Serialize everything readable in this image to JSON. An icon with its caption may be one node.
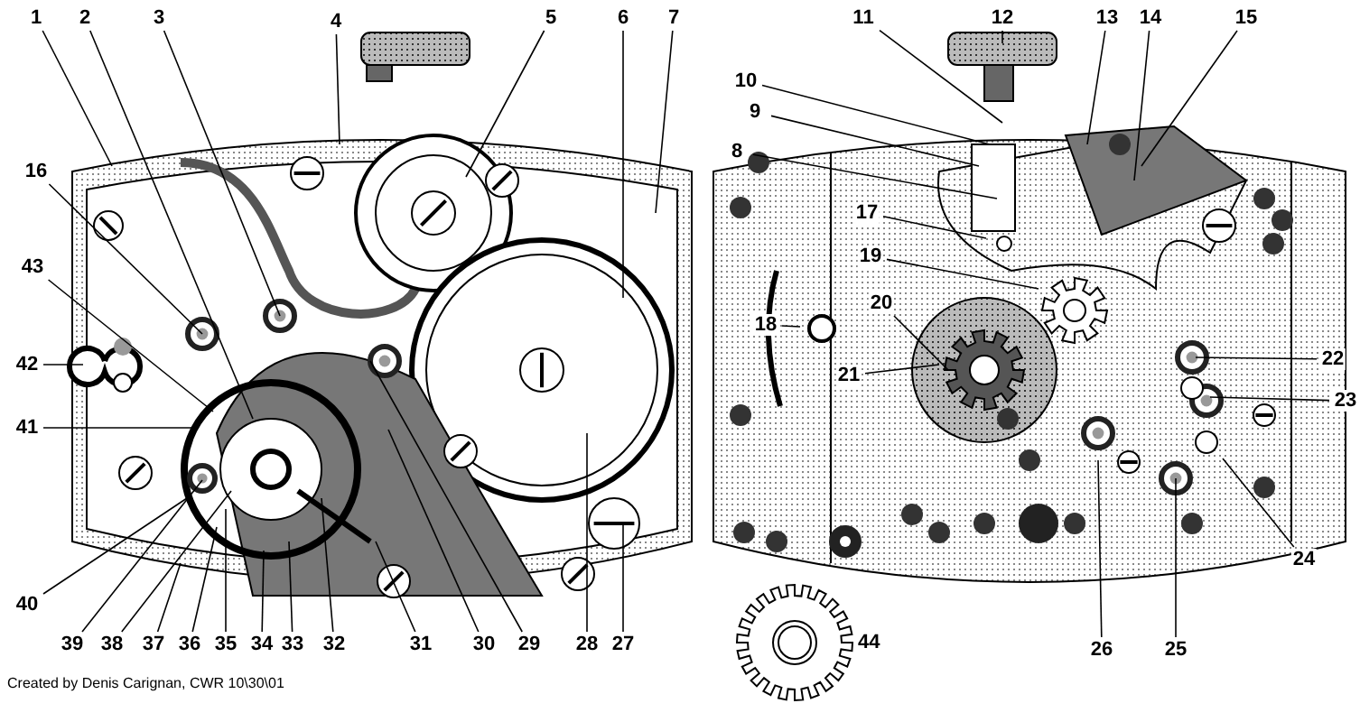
{
  "diagram": {
    "nodes": [
      {
        "text": [
          "1"
        ]
      },
      {
        "text": [
          "2"
        ]
      },
      {
        "text": [
          "3"
        ]
      },
      {
        "text": [
          "4"
        ]
      },
      {
        "text": [
          "5"
        ]
      },
      {
        "text": [
          "6"
        ]
      },
      {
        "text": [
          "7"
        ]
      },
      {
        "text": [
          "11"
        ]
      },
      {
        "text": [
          "12"
        ]
      },
      {
        "text": [
          "13"
        ]
      },
      {
        "text": [
          "14"
        ]
      },
      {
        "text": [
          "15"
        ]
      },
      {
        "text": [
          "10"
        ]
      },
      {
        "text": [
          "9"
        ]
      },
      {
        "text": [
          "8"
        ]
      },
      {
        "text": [
          "16"
        ]
      },
      {
        "text": [
          "17"
        ]
      },
      {
        "text": [
          "19"
        ]
      },
      {
        "text": [
          "43"
        ]
      },
      {
        "text": [
          "20"
        ]
      },
      {
        "text": [
          "18"
        ]
      },
      {
        "text": [
          "42"
        ]
      },
      {
        "text": [
          "22"
        ]
      },
      {
        "text": [
          "21"
        ]
      },
      {
        "text": [
          "23"
        ]
      },
      {
        "text": [
          "41"
        ]
      },
      {
        "text": [
          "24"
        ]
      },
      {
        "text": [
          "40"
        ]
      },
      {
        "text": [
          "39"
        ]
      },
      {
        "text": [
          "38"
        ]
      },
      {
        "text": [
          "37"
        ]
      },
      {
        "text": [
          "36"
        ]
      },
      {
        "text": [
          "35"
        ]
      },
      {
        "text": [
          "34"
        ]
      },
      {
        "text": [
          "33"
        ]
      },
      {
        "text": [
          "32"
        ]
      },
      {
        "text": [
          "31"
        ]
      },
      {
        "text": [
          "30"
        ]
      },
      {
        "text": [
          "29"
        ]
      },
      {
        "text": [
          "28"
        ]
      },
      {
        "text": [
          "27"
        ]
      },
      {
        "text": [
          "26"
        ]
      },
      {
        "text": [
          "25"
        ]
      }
    ],
    "edges": [
      {
        "from": 0,
        "to": null,
        "arrow": "none"
      },
      {
        "from": 1,
        "to": null,
        "arrow": "none"
      },
      {
        "from": 2,
        "to": null,
        "arrow": "none"
      },
      {
        "from": 3,
        "to": null,
        "arrow": "none"
      },
      {
        "from": 4,
        "to": null,
        "arrow": "none"
      },
      {
        "from": 5,
        "to": null,
        "arrow": "none"
      },
      {
        "from": 6,
        "to": null,
        "arrow": "none"
      },
      {
        "from": 7,
        "to": null,
        "arrow": "none"
      },
      {
        "from": 8,
        "to": null,
        "arrow": "none"
      },
      {
        "from": 9,
        "to": null,
        "arrow": "none"
      },
      {
        "from": 10,
        "to": null,
        "arrow": "none"
      },
      {
        "from": 11,
        "to": null,
        "arrow": "none"
      },
      {
        "from": 12,
        "to": null,
        "arrow": "none"
      },
      {
        "from": 13,
        "to": null,
        "arrow": "none"
      },
      {
        "from": 14,
        "to": null,
        "arrow": "none"
      },
      {
        "from": 15,
        "to": null,
        "arrow": "none"
      },
      {
        "from": 16,
        "to": null,
        "arrow": "none"
      },
      {
        "from": 17,
        "to": null,
        "arrow": "none"
      },
      {
        "from": 18,
        "to": null,
        "arrow": "none"
      },
      {
        "from": 19,
        "to": null,
        "arrow": "none"
      },
      {
        "from": 20,
        "to": null,
        "arrow": "none"
      },
      {
        "from": 21,
        "to": null,
        "arrow": "none"
      },
      {
        "from": 22,
        "to": null,
        "arrow": "none"
      },
      {
        "from": 23,
        "to": null,
        "arrow": "none"
      },
      {
        "from": 24,
        "to": null,
        "arrow": "none"
      },
      {
        "from": 25,
        "to": null,
        "arrow": "none"
      },
      {
        "from": 26,
        "to": null,
        "arrow": "none"
      },
      {
        "from": 27,
        "to": null,
        "arrow": "none"
      },
      {
        "from": 28,
        "to": null,
        "arrow": "none"
      },
      {
        "from": 29,
        "to": null,
        "arrow": "none"
      },
      {
        "from": 30,
        "to": null,
        "arrow": "none"
      },
      {
        "from": 31,
        "to": null,
        "arrow": "none"
      },
      {
        "from": 32,
        "to": null,
        "arrow": "none"
      },
      {
        "from": 33,
        "to": null,
        "arrow": "none"
      },
      {
        "from": 34,
        "to": null,
        "arrow": "none"
      },
      {
        "from": 35,
        "to": null,
        "arrow": "none"
      },
      {
        "from": 36,
        "to": null,
        "arrow": "none"
      },
      {
        "from": 37,
        "to": null,
        "arrow": "none"
      },
      {
        "from": 38,
        "to": null,
        "arrow": "none"
      },
      {
        "from": 39,
        "to": null,
        "arrow": "none"
      },
      {
        "from": 40,
        "to": null,
        "arrow": "none"
      },
      {
        "from": 41,
        "to": null,
        "arrow": "none"
      },
      {
        "from": 42,
        "to": null,
        "arrow": "none"
      }
    ],
    "labels": [
      "44",
      "Created by Denis Carignan, CWR  10\\30\\01"
    ]
  }
}
